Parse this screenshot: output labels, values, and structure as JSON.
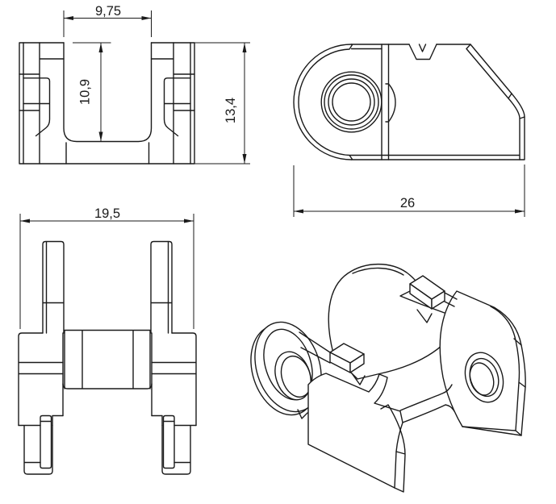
{
  "drawing": {
    "background": "#ffffff",
    "line_color": "#1a1a1a",
    "views": {
      "front": {
        "slot_width": "9,75",
        "slot_depth": "10,9",
        "height": "13,4"
      },
      "side": {
        "length": "26"
      },
      "top": {
        "width": "19,5"
      }
    }
  }
}
